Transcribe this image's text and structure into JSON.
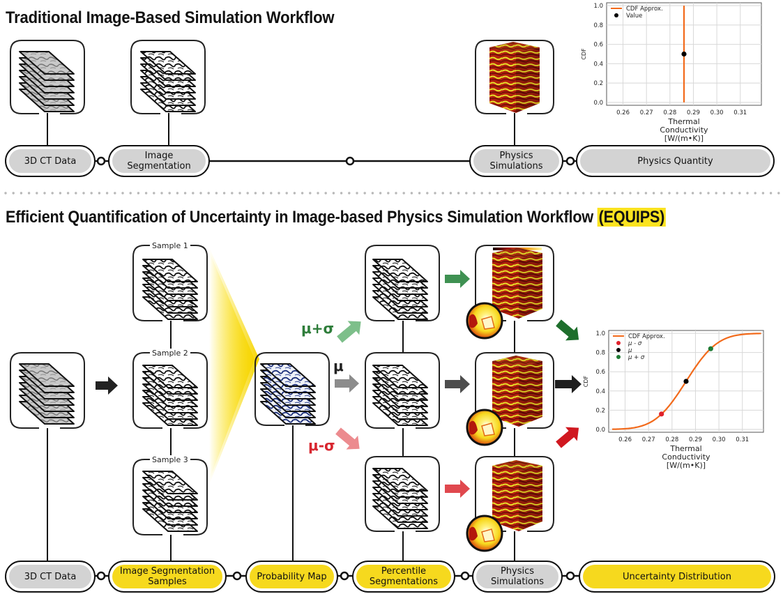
{
  "top": {
    "title": "Traditional Image-Based Simulation Workflow",
    "stages": [
      {
        "label": "3D CT Data",
        "style": "gray"
      },
      {
        "label": "Image Segmentation",
        "style": "gray"
      },
      {
        "label": "Physics Simulations",
        "style": "gray"
      },
      {
        "label": "Physics Quantity",
        "style": "gray"
      }
    ]
  },
  "bottom": {
    "title": "Efficient Quantification of Uncertainty in Image-based Physics Simulation Workflow",
    "title_acronym": "(EQUIPS)",
    "samples": [
      "Sample 1",
      "Sample 2",
      "Sample 3"
    ],
    "operators": {
      "plus": "μ+σ",
      "mean": "μ",
      "minus": "μ-σ"
    },
    "stages": [
      {
        "label": "3D CT Data",
        "style": "gray"
      },
      {
        "label": "Image Segmentation Samples",
        "style": "yellow"
      },
      {
        "label": "Probability Map",
        "style": "yellow"
      },
      {
        "label": "Percentile Segmentations",
        "style": "yellow"
      },
      {
        "label": "Physics Simulations",
        "style": "gray"
      },
      {
        "label": "Uncertainty Distribution",
        "style": "yellow"
      }
    ]
  },
  "colors": {
    "highlight": "#fbe31f",
    "stage_yellow": "#f6d91e",
    "stage_gray": "#d3d3d3",
    "cdf_line": "#f26a1b",
    "plus_sigma": "#2e8b3a",
    "plus_sigma_arrow": "#7dbf8a",
    "minus_sigma": "#d8262f",
    "minus_sigma_arrow": "#ec8b8f",
    "mean_arrow": "#8c8c8c",
    "prob_map": "#1c2f7a"
  },
  "chart_data": [
    {
      "type": "line",
      "title": "",
      "xlabel": "Thermal Conductivity [W/(m•K)]",
      "ylabel": "CDF",
      "xlim": [
        0.253,
        0.319
      ],
      "ylim": [
        -0.03,
        1.03
      ],
      "xticks": [
        0.26,
        0.27,
        0.28,
        0.29,
        0.3,
        0.31
      ],
      "xtick_labels": [
        "0.26",
        "0.27",
        "0.28",
        "0.29",
        "0.30",
        "0.31"
      ],
      "yticks": [
        0.0,
        0.2,
        0.4,
        0.6,
        0.8,
        1.0
      ],
      "ytick_labels": [
        "0.0",
        "0.2",
        "0.4",
        "0.6",
        "0.8",
        "1.0"
      ],
      "grid": true,
      "legend": "top-left",
      "series": [
        {
          "name": "CDF Approx.",
          "kind": "vline",
          "x": 0.286,
          "y_range": [
            0.0,
            1.0
          ],
          "color": "#f26a1b"
        },
        {
          "name": "Value",
          "kind": "point",
          "x": 0.286,
          "y": 0.5,
          "color": "#000000"
        }
      ]
    },
    {
      "type": "line",
      "title": "",
      "xlabel": "Thermal Conductivity [W/(m•K)]",
      "ylabel": "CDF",
      "xlim": [
        0.253,
        0.319
      ],
      "ylim": [
        -0.03,
        1.03
      ],
      "xticks": [
        0.26,
        0.27,
        0.28,
        0.29,
        0.3,
        0.31
      ],
      "xtick_labels": [
        "0.26",
        "0.27",
        "0.28",
        "0.29",
        "0.30",
        "0.31"
      ],
      "yticks": [
        0.0,
        0.2,
        0.4,
        0.6,
        0.8,
        1.0
      ],
      "ytick_labels": [
        "0.0",
        "0.2",
        "0.4",
        "0.6",
        "0.8",
        "1.0"
      ],
      "grid": true,
      "legend": "top-left",
      "distribution": {
        "kind": "normal-cdf",
        "mean": 0.286,
        "std": 0.0105,
        "x_range": [
          0.2545,
          0.318
        ]
      },
      "series": [
        {
          "name": "CDF Approx.",
          "kind": "curve",
          "color": "#f26a1b"
        },
        {
          "name": "μ - σ",
          "kind": "point",
          "x": 0.2755,
          "y": 0.16,
          "color": "#e0212b"
        },
        {
          "name": "μ",
          "kind": "point",
          "x": 0.286,
          "y": 0.5,
          "color": "#000000"
        },
        {
          "name": "μ + σ",
          "kind": "point",
          "x": 0.2965,
          "y": 0.84,
          "color": "#1f7a34"
        }
      ]
    }
  ]
}
